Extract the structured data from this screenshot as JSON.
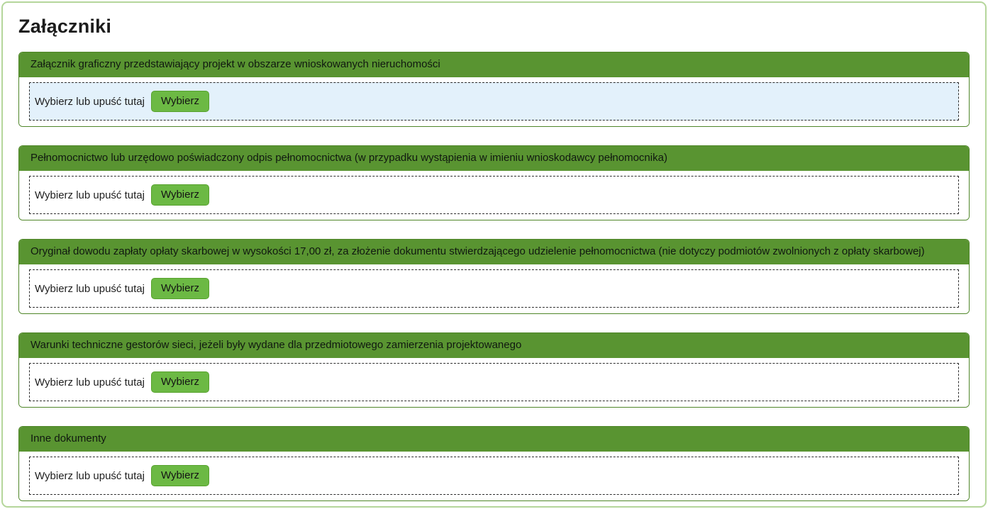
{
  "page": {
    "title": "Załączniki"
  },
  "dropzone": {
    "label": "Wybierz lub upuść tutaj",
    "button_label": "Wybierz"
  },
  "attachments": [
    {
      "header": "Załącznik graficzny przedstawiający projekt w obszarze wnioskowanych nieruchomości",
      "highlighted": true
    },
    {
      "header": "Pełnomocnictwo lub urzędowo poświadczony odpis pełnomocnictwa (w przypadku wystąpienia w imieniu wnioskodawcy pełnomocnika)",
      "highlighted": false
    },
    {
      "header": "Oryginał dowodu zapłaty opłaty skarbowej w wysokości 17,00 zł, za złożenie dokumentu stwierdzającego udzielenie pełnomocnictwa (nie dotyczy podmiotów zwolnionych z opłaty skarbowej)",
      "highlighted": false
    },
    {
      "header": "Warunki techniczne gestorów sieci, jeżeli były wydane dla przedmiotowego zamierzenia projektowanego",
      "highlighted": false
    },
    {
      "header": "Inne dokumenty",
      "highlighted": false
    }
  ],
  "colors": {
    "section_header_green": "#599431",
    "card_border_green": "#4f8629",
    "button_green": "#6cb944",
    "button_border_green": "#57a22e",
    "dropzone_highlight_blue": "#e3f1fb",
    "outer_frame_green": "#b5d69b"
  }
}
